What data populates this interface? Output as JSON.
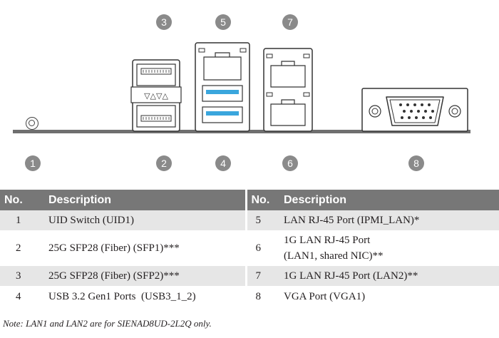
{
  "callouts_top": [
    "3",
    "5",
    "7"
  ],
  "callouts_bottom": [
    "1",
    "2",
    "4",
    "6",
    "8"
  ],
  "table": {
    "headers": [
      "No.",
      "Description",
      "No.",
      "Description"
    ],
    "rows": [
      {
        "n1": "1",
        "d1": "UID Switch (UID1)",
        "n2": "5",
        "d2": "LAN RJ-45 Port (IPMI_LAN)*"
      },
      {
        "n1": "2",
        "d1": "25G SFP28 (Fiber) (SFP1)***",
        "n2": "6",
        "d2a": "1G LAN RJ-45 Port",
        "d2b": "(LAN1, shared NIC)**"
      },
      {
        "n1": "3",
        "d1": "25G SFP28 (Fiber) (SFP2)***",
        "n2": "7",
        "d2": "1G LAN RJ-45 Port (LAN2)**"
      },
      {
        "n1": "4",
        "d1": "USB 3.2 Gen1 Ports  (USB3_1_2)",
        "n2": "8",
        "d2": "VGA Port (VGA1)"
      }
    ]
  },
  "note": "Note: LAN1 and LAN2 are for SIENAD8UD-2L2Q only.",
  "colors": {
    "header_bg": "#777777",
    "row_alt": "#e6e6e6",
    "callout": "#8a8a8a",
    "usb_blue": "#3aa6dd"
  }
}
